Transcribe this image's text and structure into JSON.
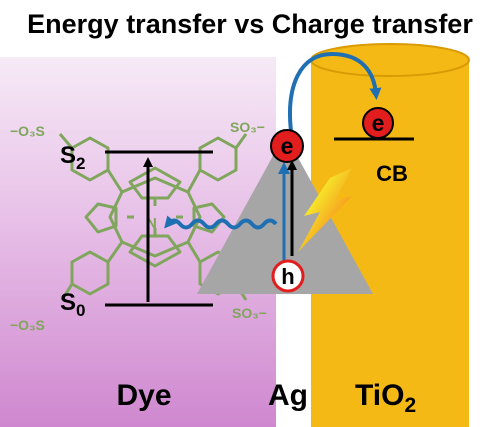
{
  "title": "Energy transfer vs Charge transfer",
  "labels": {
    "dye": "Dye",
    "ag": "Ag",
    "tio2_main": "TiO",
    "tio2_sub": "2",
    "cb": "CB",
    "s2_main": "S",
    "s2_sub": "2",
    "s0_main": "S",
    "s0_sub": "0",
    "electron": "e",
    "hole": "h"
  },
  "porphyrin": {
    "sulfonate_left_top": "−O₃S",
    "sulfonate_left_bottom": "−O₃S",
    "sulfonate_right_top": "SO₃−",
    "sulfonate_right_bottom": "SO₃−",
    "nitrogen": "N"
  },
  "colors": {
    "dye_region": "#dca4dc",
    "tio2_cylinder": "#f5b915",
    "ag_triangle": "#a6a6a6",
    "electron_fill": "#e11d1d",
    "arrow_blue": "#1f6fb3",
    "porphyrin_green": "#7fa65c",
    "lightning": "#f7a21a"
  }
}
